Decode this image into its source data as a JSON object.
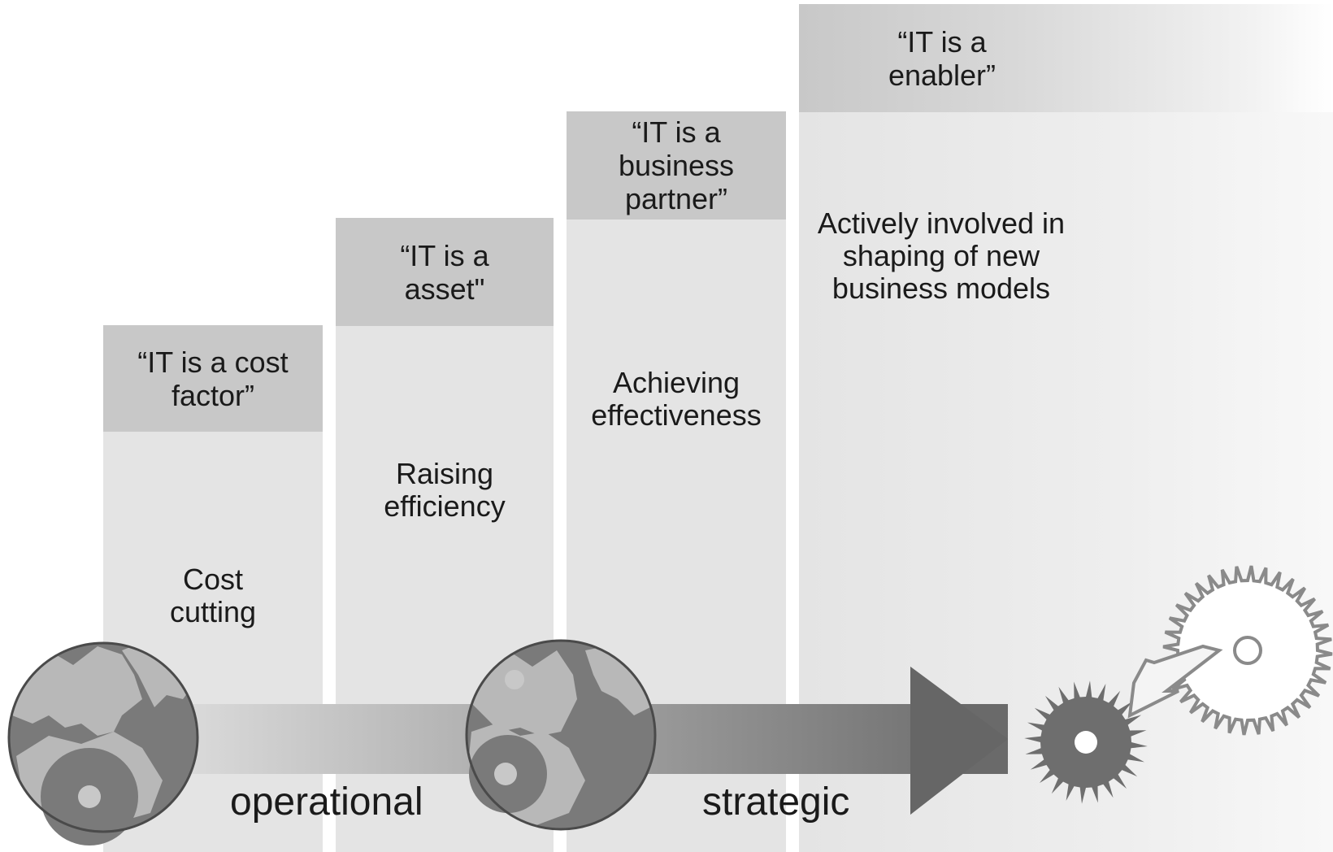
{
  "stages": [
    {
      "heading": "“IT is a cost factor”",
      "description": "Cost cutting"
    },
    {
      "heading": "“IT is a asset\"",
      "description": "Raising efficiency"
    },
    {
      "heading": "“IT is a business partner”",
      "description": "Achieving effectiveness"
    },
    {
      "heading": "“IT is a enabler”",
      "description": "Actively involved in shaping of new business models"
    }
  ],
  "axis": {
    "left_label": "operational",
    "right_label": "strategic"
  },
  "icons": {
    "left_gear_ball": "gear-ball-icon",
    "middle_gear_ball": "gear-ball-icon",
    "small_gear": "gear-icon",
    "large_gear": "gear-outline-icon"
  },
  "colors": {
    "column": "#e4e4e4",
    "column_header": "#c8c8c8",
    "arrow_dark": "#6e6e6e",
    "ball": "#787878"
  }
}
